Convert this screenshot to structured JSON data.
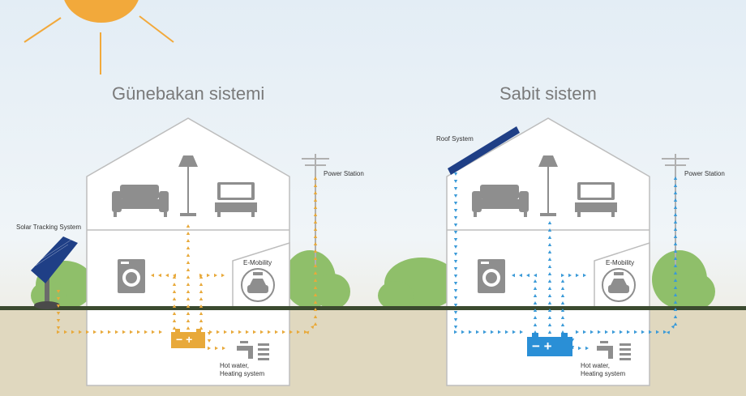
{
  "colors": {
    "sky": "#e7eff6",
    "ground": "#e0d8bf",
    "ground_line": "#3b4a2f",
    "house_fill": "#ffffff",
    "house_stroke": "#bdbdbd",
    "icon": "#8e8e8e",
    "tree": "#8fbf6a",
    "sun": "#f2a93b",
    "flow_left": "#e8a93a",
    "flow_right": "#3a9ad8",
    "battery_left": "#e8a93a",
    "battery_right": "#2a8fd6",
    "panel": "#1f3f86"
  },
  "titles": {
    "left": "Günebakan sistemi",
    "right": "Sabit sistem"
  },
  "labels": {
    "solar_tracking": "Solar Tracking System",
    "roof_system": "Roof System",
    "power_station_left": "Power Station",
    "power_station_right": "Power Station",
    "emobility_left": "E-Mobility",
    "emobility_right": "E-Mobility",
    "hot_water_left_1": "Hot water,",
    "hot_water_left_2": "Heating system",
    "hot_water_right_1": "Hot water,",
    "hot_water_right_2": "Heating system",
    "battery_symbols": "− +"
  },
  "icons": [
    "sun-icon",
    "solar-tracker-icon",
    "roof-panel-icon",
    "sofa-icon",
    "floor-lamp-icon",
    "tv-icon",
    "washing-machine-icon",
    "car-charger-icon",
    "battery-icon",
    "faucet-icon",
    "radiator-icon",
    "power-pole-icon",
    "tree-icon"
  ]
}
